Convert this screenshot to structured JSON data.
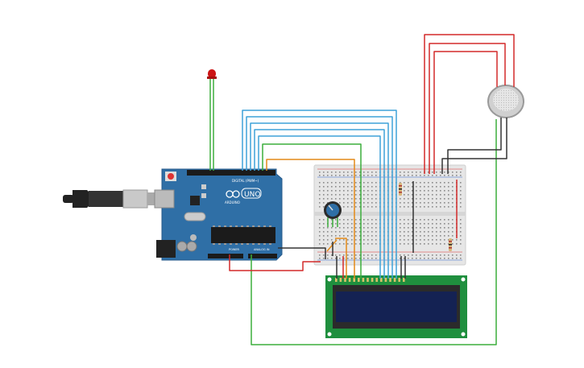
{
  "board": {
    "brand": "ARDUINO",
    "model": "UNO",
    "digital_label": "DIGITAL (PWM~)",
    "power_label": "POWER",
    "analog_label": "ANALOG IN"
  },
  "colors": {
    "board": "#2f6fa6",
    "breadboard": "#e6e6e6",
    "lcd_pcb": "#1f8f3e",
    "lcd_screen": "#142253",
    "wire_blue": "#3ea2d8",
    "wire_green": "#3cae3c",
    "wire_red": "#d32a2a",
    "wire_black": "#333333",
    "wire_orange": "#e38a19",
    "led": "#cc1515"
  },
  "components": [
    "usb-cable",
    "led",
    "arduino-uno",
    "breadboard",
    "potentiometer",
    "gas-sensor",
    "lcd-16x2",
    "resistors",
    "jumper-wires"
  ]
}
